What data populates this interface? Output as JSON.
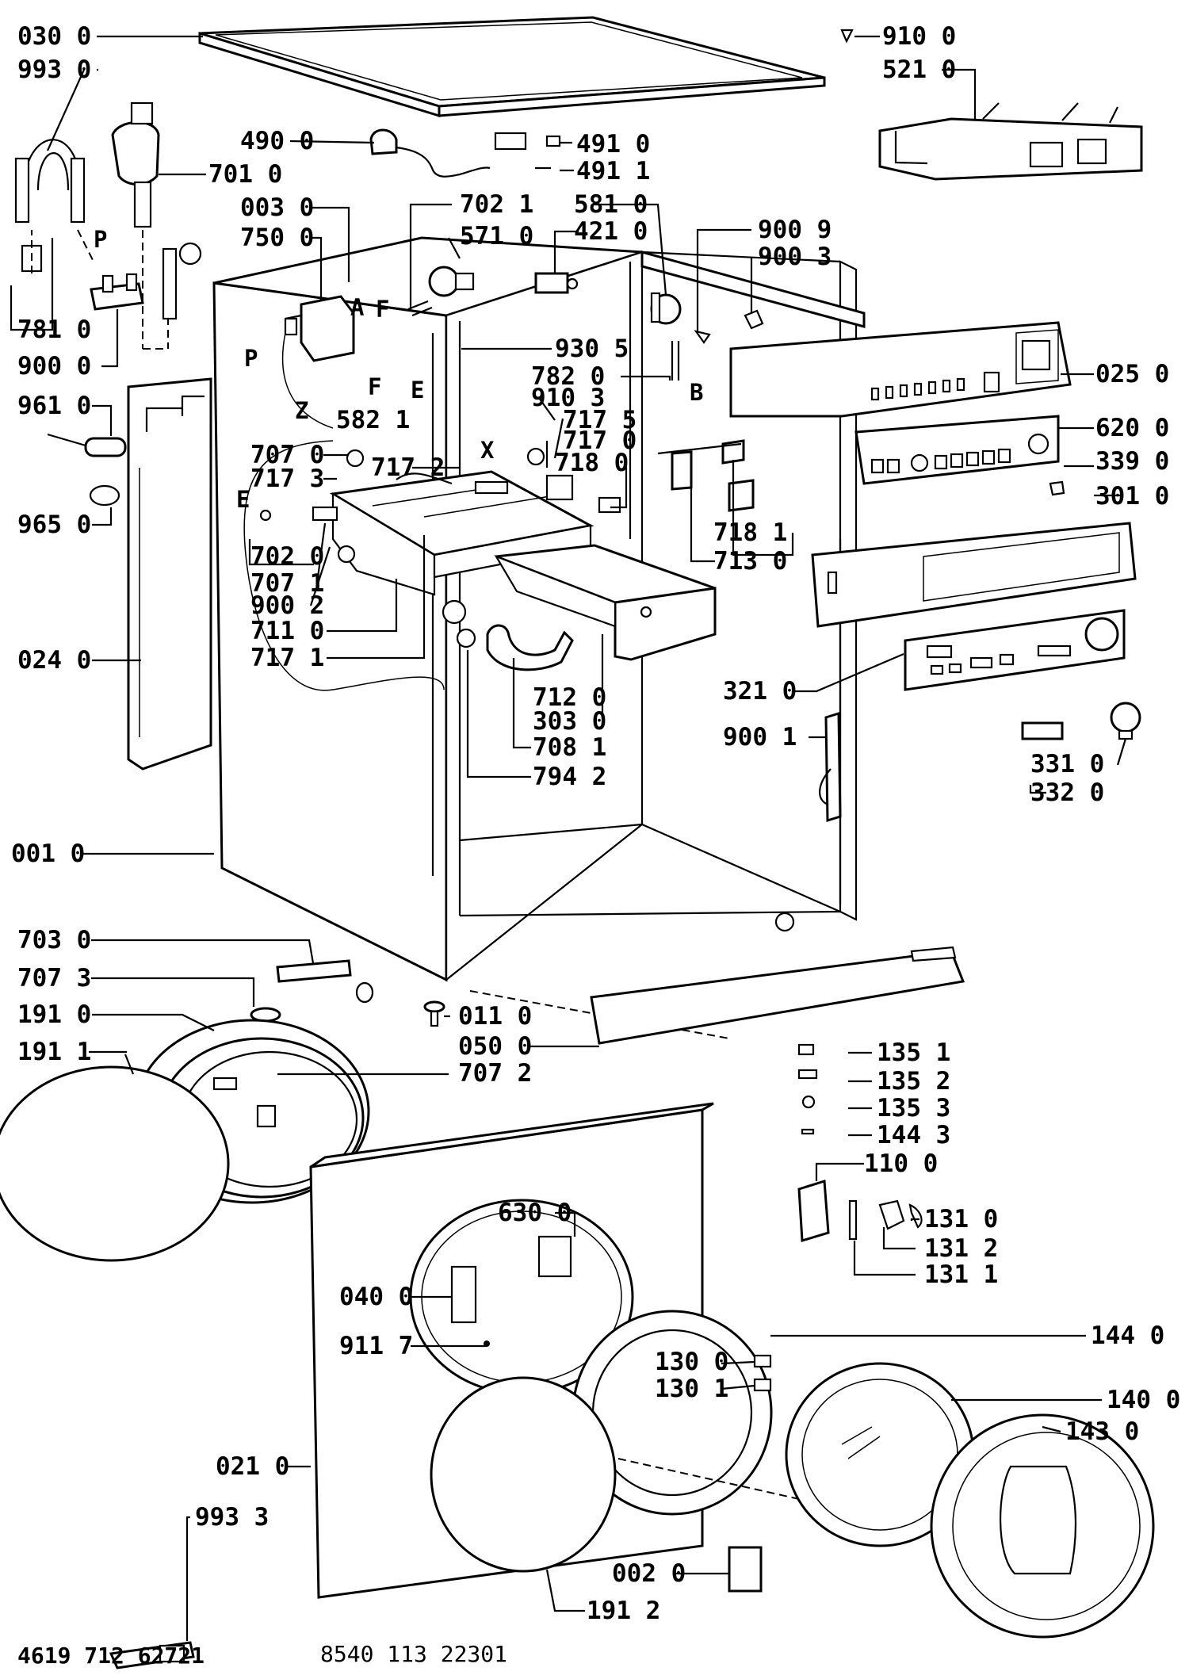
{
  "document": {
    "footer_left": "4619 712 62721",
    "footer_right": "8540 113 22301"
  },
  "labels": {
    "p030_0": "030 0",
    "p993_0": "993 0",
    "p490_0": "490 0",
    "p491_0": "491 0",
    "p491_1": "491 1",
    "p701_0": "701 0",
    "p003_0": "003 0",
    "p750_0": "750 0",
    "p702_1": "702 1",
    "p571_0": "571 0",
    "p581_0": "581 0",
    "p421_0": "421 0",
    "p910_0": "910 0",
    "p521_0": "521 0",
    "p900_9": "900 9",
    "p900_3": "900 3",
    "p025_0": "025 0",
    "p620_0": "620 0",
    "p339_0": "339 0",
    "p301_0": "301 0",
    "p781_0": "781 0",
    "p900_0": "900 0",
    "p961_0": "961 0",
    "p965_0": "965 0",
    "p024_0": "024 0",
    "p930_5": "930 5",
    "p782_0": "782 0",
    "p910_3": "910 3",
    "p717_5": "717 5",
    "p717_0": "717 0",
    "p718_0": "718 0",
    "p582_1": "582 1",
    "p707_0": "707 0",
    "p717_3": "717 3",
    "p717_2": "717 2",
    "p702_0": "702 0",
    "p707_1": "707 1",
    "p900_2": "900 2",
    "p711_0": "711 0",
    "p717_1": "717 1",
    "p718_1": "718 1",
    "p713_0": "713 0",
    "p712_0": "712 0",
    "p303_0": "303 0",
    "p708_1": "708 1",
    "p794_2": "794 2",
    "p321_0": "321 0",
    "p900_1": "900 1",
    "p331_0": "331 0",
    "p332_0": "332 0",
    "p001_0": "001 0",
    "p703_0": "703 0",
    "p707_3": "707 3",
    "p191_0": "191 0",
    "p191_1": "191 1",
    "p011_0": "011 0",
    "p050_0": "050 0",
    "p707_2": "707 2",
    "p135_1": "135 1",
    "p135_2": "135 2",
    "p135_3": "135 3",
    "p144_3": "144 3",
    "p110_0": "110 0",
    "p131_0": "131 0",
    "p131_2": "131 2",
    "p131_1": "131 1",
    "p630_0": "630 0",
    "p040_0": "040 0",
    "p911_7": "911 7",
    "p144_0": "144 0",
    "p130_0": "130 0",
    "p130_1": "130 1",
    "p140_0": "140 0",
    "p143_0": "143 0",
    "p021_0": "021 0",
    "p993_3": "993 3",
    "p002_0": "002 0",
    "p191_2": "191 2"
  },
  "letters": {
    "P1": "P",
    "P2": "P",
    "A": "A",
    "F1": "F",
    "F2": "F",
    "E1": "E",
    "E2": "E",
    "Z": "Z",
    "B": "B",
    "X": "X"
  }
}
